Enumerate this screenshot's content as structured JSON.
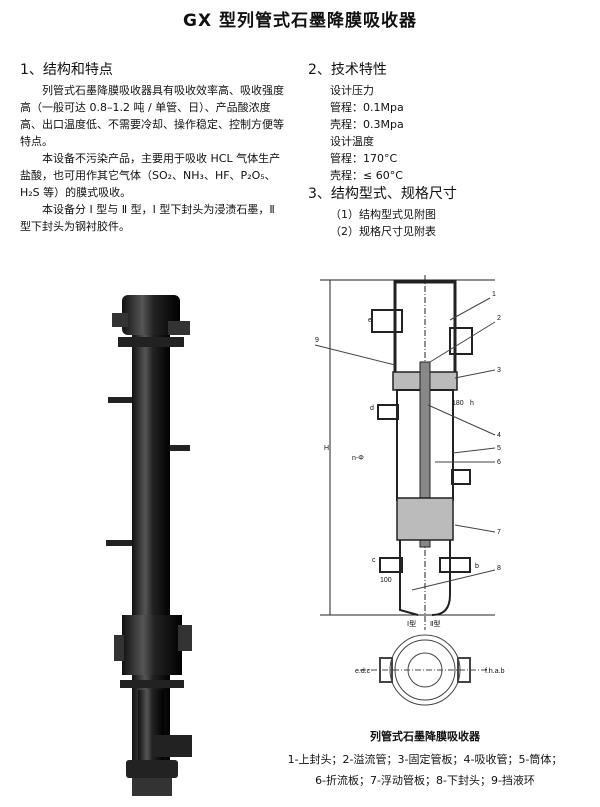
{
  "title": "GX 型列管式石墨降膜吸收器",
  "section1": {
    "heading": "1、结构和特点",
    "para1": "列管式石墨降膜吸收器具有吸收效率高、吸收强度高（一般可达 0.8–1.2 吨 / 单管、日）、产品酸浓度高、出口温度低、不需要冷却、操作稳定、控制方便等特点。",
    "para2": "本设备不污染产品，主要用于吸收 HCL 气体生产盐酸，也可用作其它气体（SO₂、NH₃、HF、P₂O₅、H₂S 等）的膜式吸收。",
    "para3": "本设备分 Ⅰ 型与 Ⅱ 型，Ⅰ 型下封头为浸渍石墨，Ⅱ 型下封头为钢衬胶件。"
  },
  "section2": {
    "heading": "2、技术特性",
    "pressure_label": "设计压力",
    "pressure_tube": "管程：0.1Mpa",
    "pressure_shell": "壳程：0.3Mpa",
    "temp_label": "设计温度",
    "temp_tube": "管程：170°C",
    "temp_shell": "壳程：≤ 60°C"
  },
  "section3": {
    "heading": "3、结构型式、规格尺寸",
    "item1": "（1）结构型式见附图",
    "item2": "（2）规格尺寸见附表"
  },
  "diagram": {
    "parts": [
      "1",
      "2",
      "3",
      "4",
      "5",
      "6",
      "7",
      "8",
      "9"
    ],
    "type1": "Ⅰ型",
    "type2": "Ⅱ型",
    "dim_h": "H",
    "dim_180": "180",
    "dim_100": "100",
    "left_nozzles": "e.d.c",
    "right_nozzles": "f.h.a.b",
    "nozzle_b": "b",
    "nozzle_c": "c",
    "nozzle_d": "d",
    "nozzle_e": "e",
    "nozzle_h": "h",
    "bolt": "n-Φ"
  },
  "caption": {
    "title": "列管式石墨降膜吸收器",
    "legend1": "1-上封头；2-溢流管；3-固定管板；4-吸收管；5-筒体；",
    "legend2": "6-折流板；7-浮动管板；8-下封头；9-挡液环"
  }
}
